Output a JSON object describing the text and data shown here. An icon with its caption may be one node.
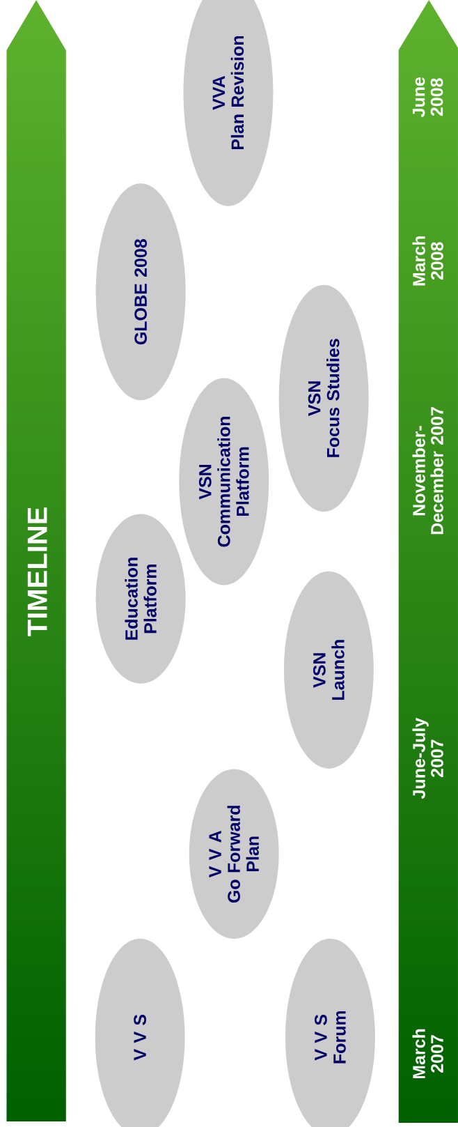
{
  "diagram": {
    "nodes": [
      {
        "text": [
          "TIMELINE"
        ]
      },
      {
        "text": [
          "March 2007",
          "June-July 2007",
          "November-December 2007",
          "March 2008",
          "June 2008"
        ]
      },
      {
        "text": [
          "V V S"
        ]
      },
      {
        "text": [
          "V V S",
          "Forum"
        ]
      },
      {
        "text": [
          "V V A",
          "Go Forward Plan"
        ]
      },
      {
        "text": [
          "VSN",
          "Launch"
        ]
      },
      {
        "text": [
          "Education Platform"
        ]
      },
      {
        "text": [
          "VSN",
          "Communication Platform"
        ]
      },
      {
        "text": [
          "VSN",
          "Focus Studies"
        ]
      },
      {
        "text": [
          "GLOBE 2008"
        ]
      },
      {
        "text": [
          "VVA",
          "Plan Revision"
        ]
      }
    ]
  }
}
